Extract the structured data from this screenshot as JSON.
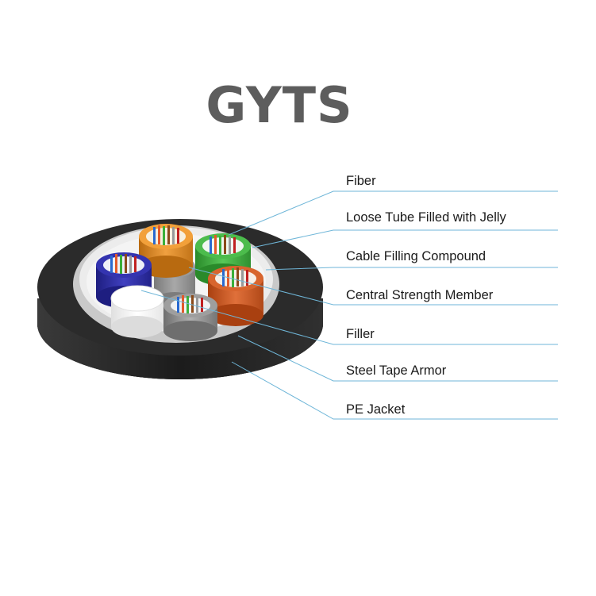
{
  "title": "GYTS",
  "colors": {
    "leader_line": "#6fb6d8",
    "jacket": "#2a2a2a",
    "armor": "#cfcfcf",
    "title": "#5d5d5d",
    "tube_orange": "#e08a1e",
    "tube_green": "#3aa53a",
    "tube_blue": "#2a2aa0",
    "tube_brown": "#c8581e",
    "tube_grey": "#8a8a8a",
    "central_member": "#8e8e8e",
    "filler": "#ffffff"
  },
  "labels": [
    {
      "key": "fiber",
      "text": "Fiber"
    },
    {
      "key": "loose_tube",
      "text": "Loose Tube Filled with Jelly"
    },
    {
      "key": "filling_compound",
      "text": "Cable Filling Compound"
    },
    {
      "key": "central_member",
      "text": "Central Strength Member"
    },
    {
      "key": "filler",
      "text": "Filler"
    },
    {
      "key": "armor",
      "text": "Steel Tape Armor"
    },
    {
      "key": "jacket",
      "text": "PE  Jacket"
    }
  ]
}
